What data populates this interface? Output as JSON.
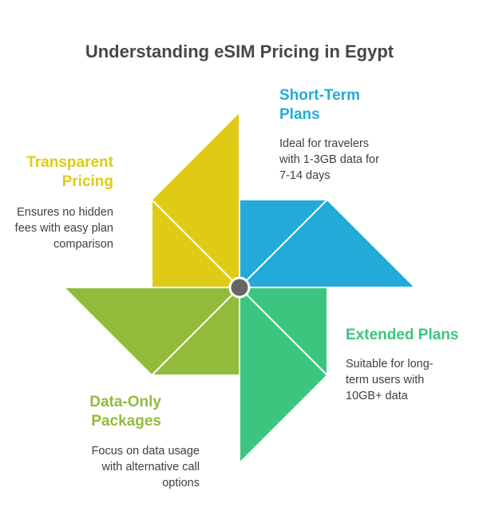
{
  "title": "Understanding eSIM Pricing in Egypt",
  "colors": {
    "short_term": "#22abd9",
    "extended": "#3cc57e",
    "data_only": "#93bb3b",
    "transparent": "#dfca16",
    "hub": "#666666",
    "divider": "#ffffff"
  },
  "blades": {
    "short_term": {
      "heading_lines": [
        "Short-Term",
        "Plans"
      ],
      "desc_lines": [
        "Ideal for travelers",
        "with 1-3GB data for",
        "7-14 days"
      ]
    },
    "extended": {
      "heading_lines": [
        "Extended Plans"
      ],
      "desc_lines": [
        "Suitable for long-",
        "term users with",
        "10GB+ data"
      ]
    },
    "data_only": {
      "heading_lines": [
        "Data-Only",
        "Packages"
      ],
      "desc_lines": [
        "Focus on data usage",
        "with alternative call",
        "options"
      ]
    },
    "transparent": {
      "heading_lines": [
        "Transparent",
        "Pricing"
      ],
      "desc_lines": [
        "Ensures no hidden",
        "fees with easy plan",
        "comparison"
      ]
    }
  }
}
